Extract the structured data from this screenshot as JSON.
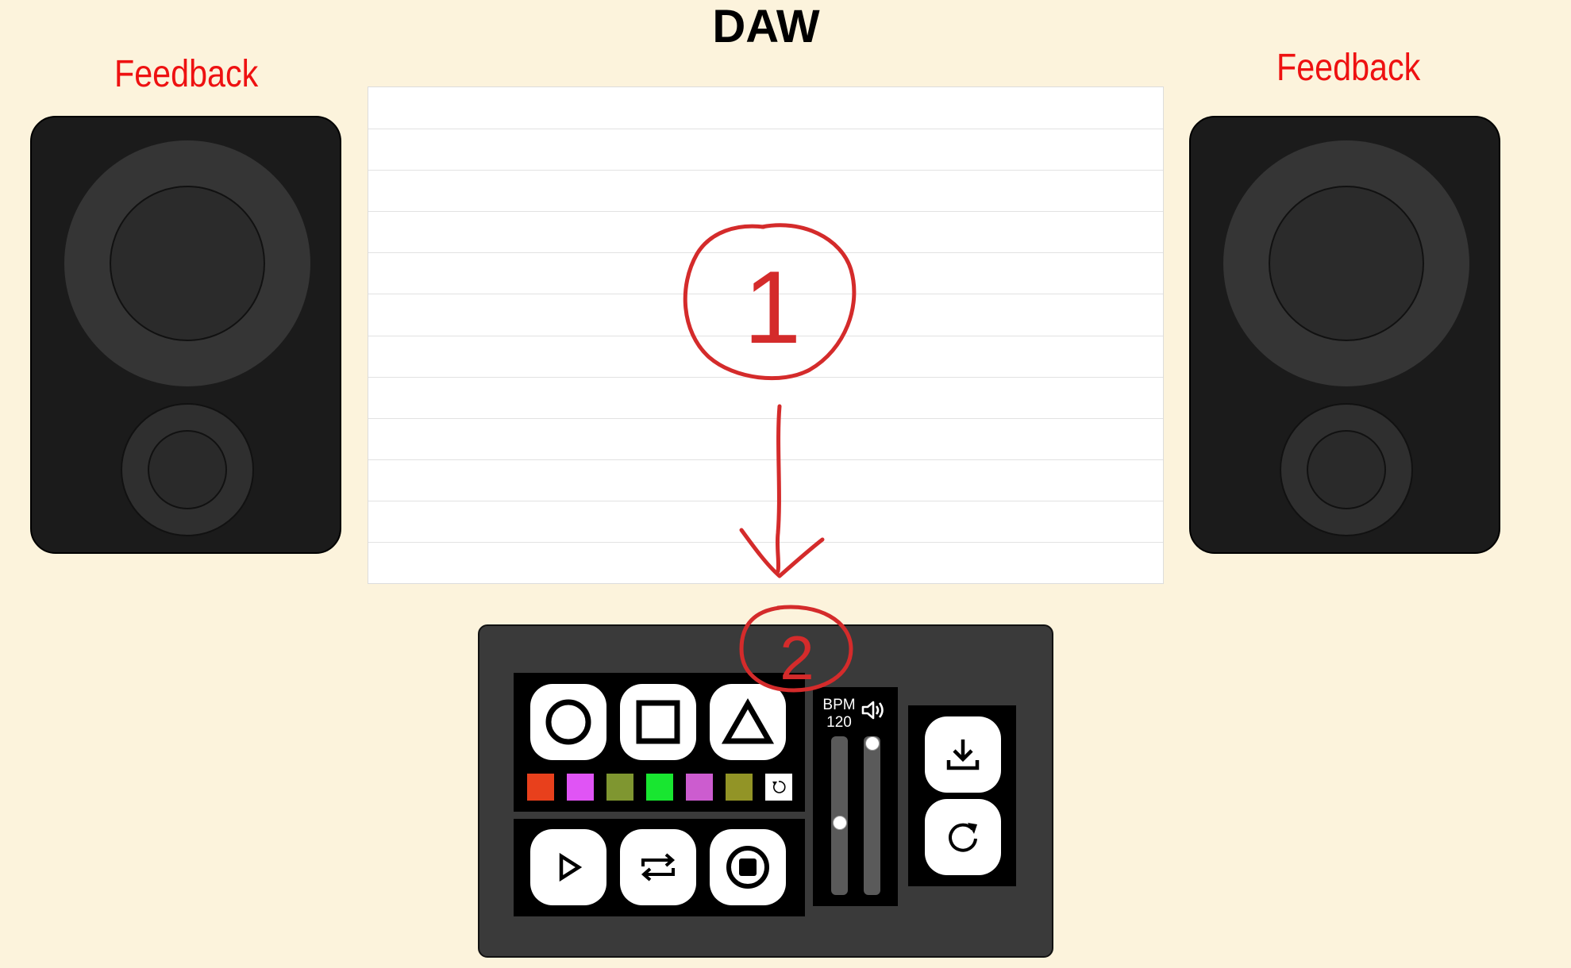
{
  "header": {
    "title": "DAW"
  },
  "speakers": {
    "left_label": "Feedback",
    "right_label": "Feedback"
  },
  "track_area": {
    "lane_count": 12
  },
  "console": {
    "shape_buttons": [
      "circle-icon",
      "square-icon",
      "triangle-icon"
    ],
    "color_swatches": [
      "#e8401c",
      "#e054f5",
      "#7f9630",
      "#18e630",
      "#cc5ccf",
      "#929426"
    ],
    "reset_colors_icon": "undo-icon",
    "transport_buttons": [
      "play-icon",
      "loop-icon",
      "stop-record-icon"
    ],
    "bpm_label": "BPM",
    "bpm_value": "120",
    "volume_icon": "speaker-volume-icon",
    "bpm_slider_level": 0.45,
    "volume_slider_level": 1.0,
    "side_buttons": [
      "download-icon",
      "redo-icon"
    ]
  },
  "annotations": {
    "marker_1": "1",
    "marker_2": "2",
    "ink_color": "#d42b2b"
  }
}
